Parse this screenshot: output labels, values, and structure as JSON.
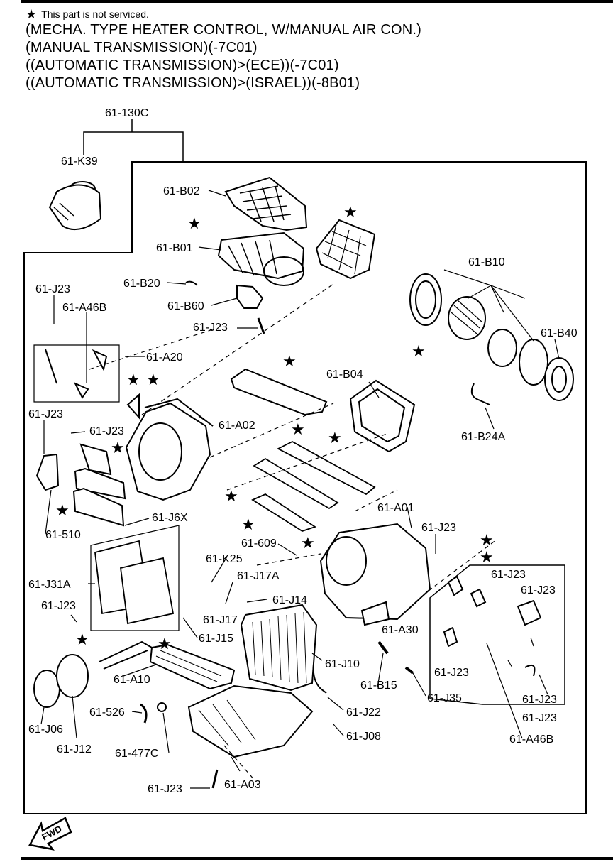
{
  "header": {
    "note_symbol": "★",
    "note_text": "This part is not serviced.",
    "lines": [
      "(MECHA. TYPE HEATER CONTROL, W/MANUAL AIR CON.)",
      "(MANUAL TRANSMISSION)(-7C01)",
      "((AUTOMATIC TRANSMISSION)>(ECE))(-7C01)",
      "((AUTOMATIC TRANSMISSION)>(ISRAEL))(-8B01)"
    ]
  },
  "labels": {
    "l130c": "61-130C",
    "k39": "61-K39",
    "b02": "61-B02",
    "b01": "61-B01",
    "b20": "61-B20",
    "b60": "61-B60",
    "j23_b60": "61-J23",
    "b10": "61-B10",
    "b40": "61-B40",
    "b24a": "61-B24A",
    "b04": "61-B04",
    "j23_left1": "61-J23",
    "a46b_left": "61-A46B",
    "a20": "61-A20",
    "j23_left2": "61-J23",
    "j23_left3": "61-J23",
    "a02": "61-A02",
    "l510": "61-510",
    "j6x": "61-J6X",
    "a01": "61-A01",
    "j23_a01": "61-J23",
    "l609": "61-609",
    "k25": "61-K25",
    "j17a": "61-J17A",
    "j31a": "61-J31A",
    "j17": "61-J17",
    "j14": "61-J14",
    "j15": "61-J15",
    "j23_lowleft": "61-J23",
    "j23_r1": "61-J23",
    "j23_r2": "61-J23",
    "a30": "61-A30",
    "j23_r3": "61-J23",
    "j10": "61-J10",
    "a10": "61-A10",
    "b15": "61-B15",
    "j35": "61-J35",
    "j23_r4": "61-J23",
    "j23_r5": "61-J23",
    "l526": "61-526",
    "j22": "61-J22",
    "j06": "61-J06",
    "j12": "61-J12",
    "j08": "61-J08",
    "a46b_right": "61-A46B",
    "l477c": "61-477C",
    "a03": "61-A03",
    "j23_bottom": "61-J23"
  },
  "fwd_label": "FWD",
  "star_symbol": "★"
}
